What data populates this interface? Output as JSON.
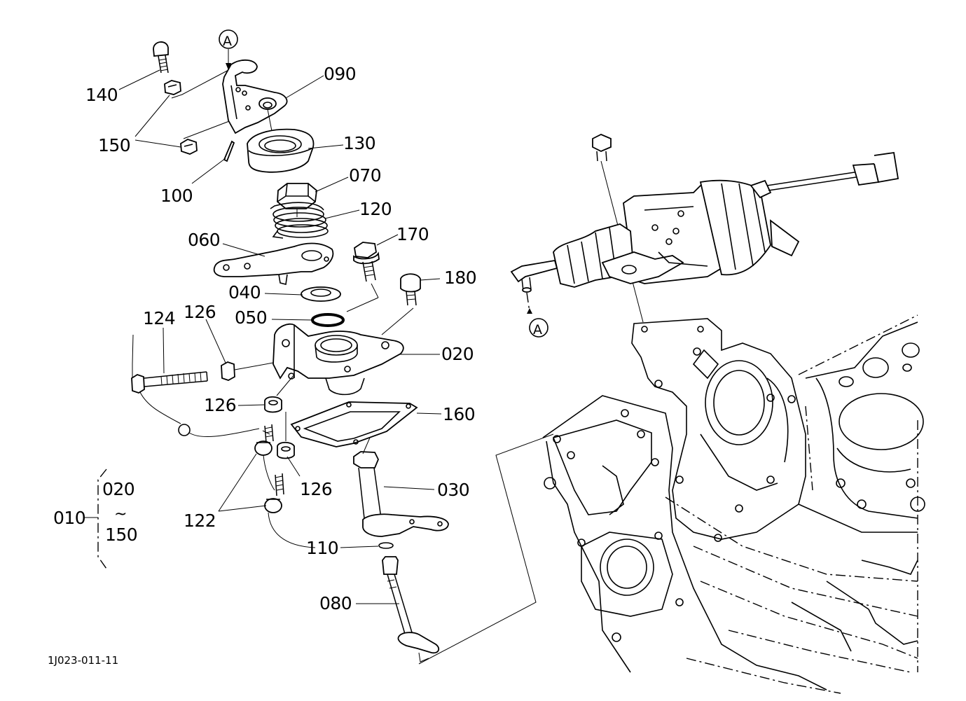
{
  "figure_code": "1J023-011-11",
  "labels": {
    "p010": "010",
    "p020": "020",
    "p030": "030",
    "p040": "040",
    "p050": "050",
    "p060": "060",
    "p070": "070",
    "p080": "080",
    "p090": "090",
    "p100": "100",
    "p110": "110",
    "p120": "120",
    "p122": "122",
    "p124": "124",
    "p126a": "126",
    "p126b": "126",
    "p126c": "126",
    "p130": "130",
    "p140": "140",
    "p150": "150",
    "p160": "160",
    "p170": "170",
    "p180": "180"
  },
  "assembly_range": {
    "from": "020",
    "tilde": "~",
    "to": "150"
  },
  "reference_markers": [
    "A",
    "A"
  ]
}
